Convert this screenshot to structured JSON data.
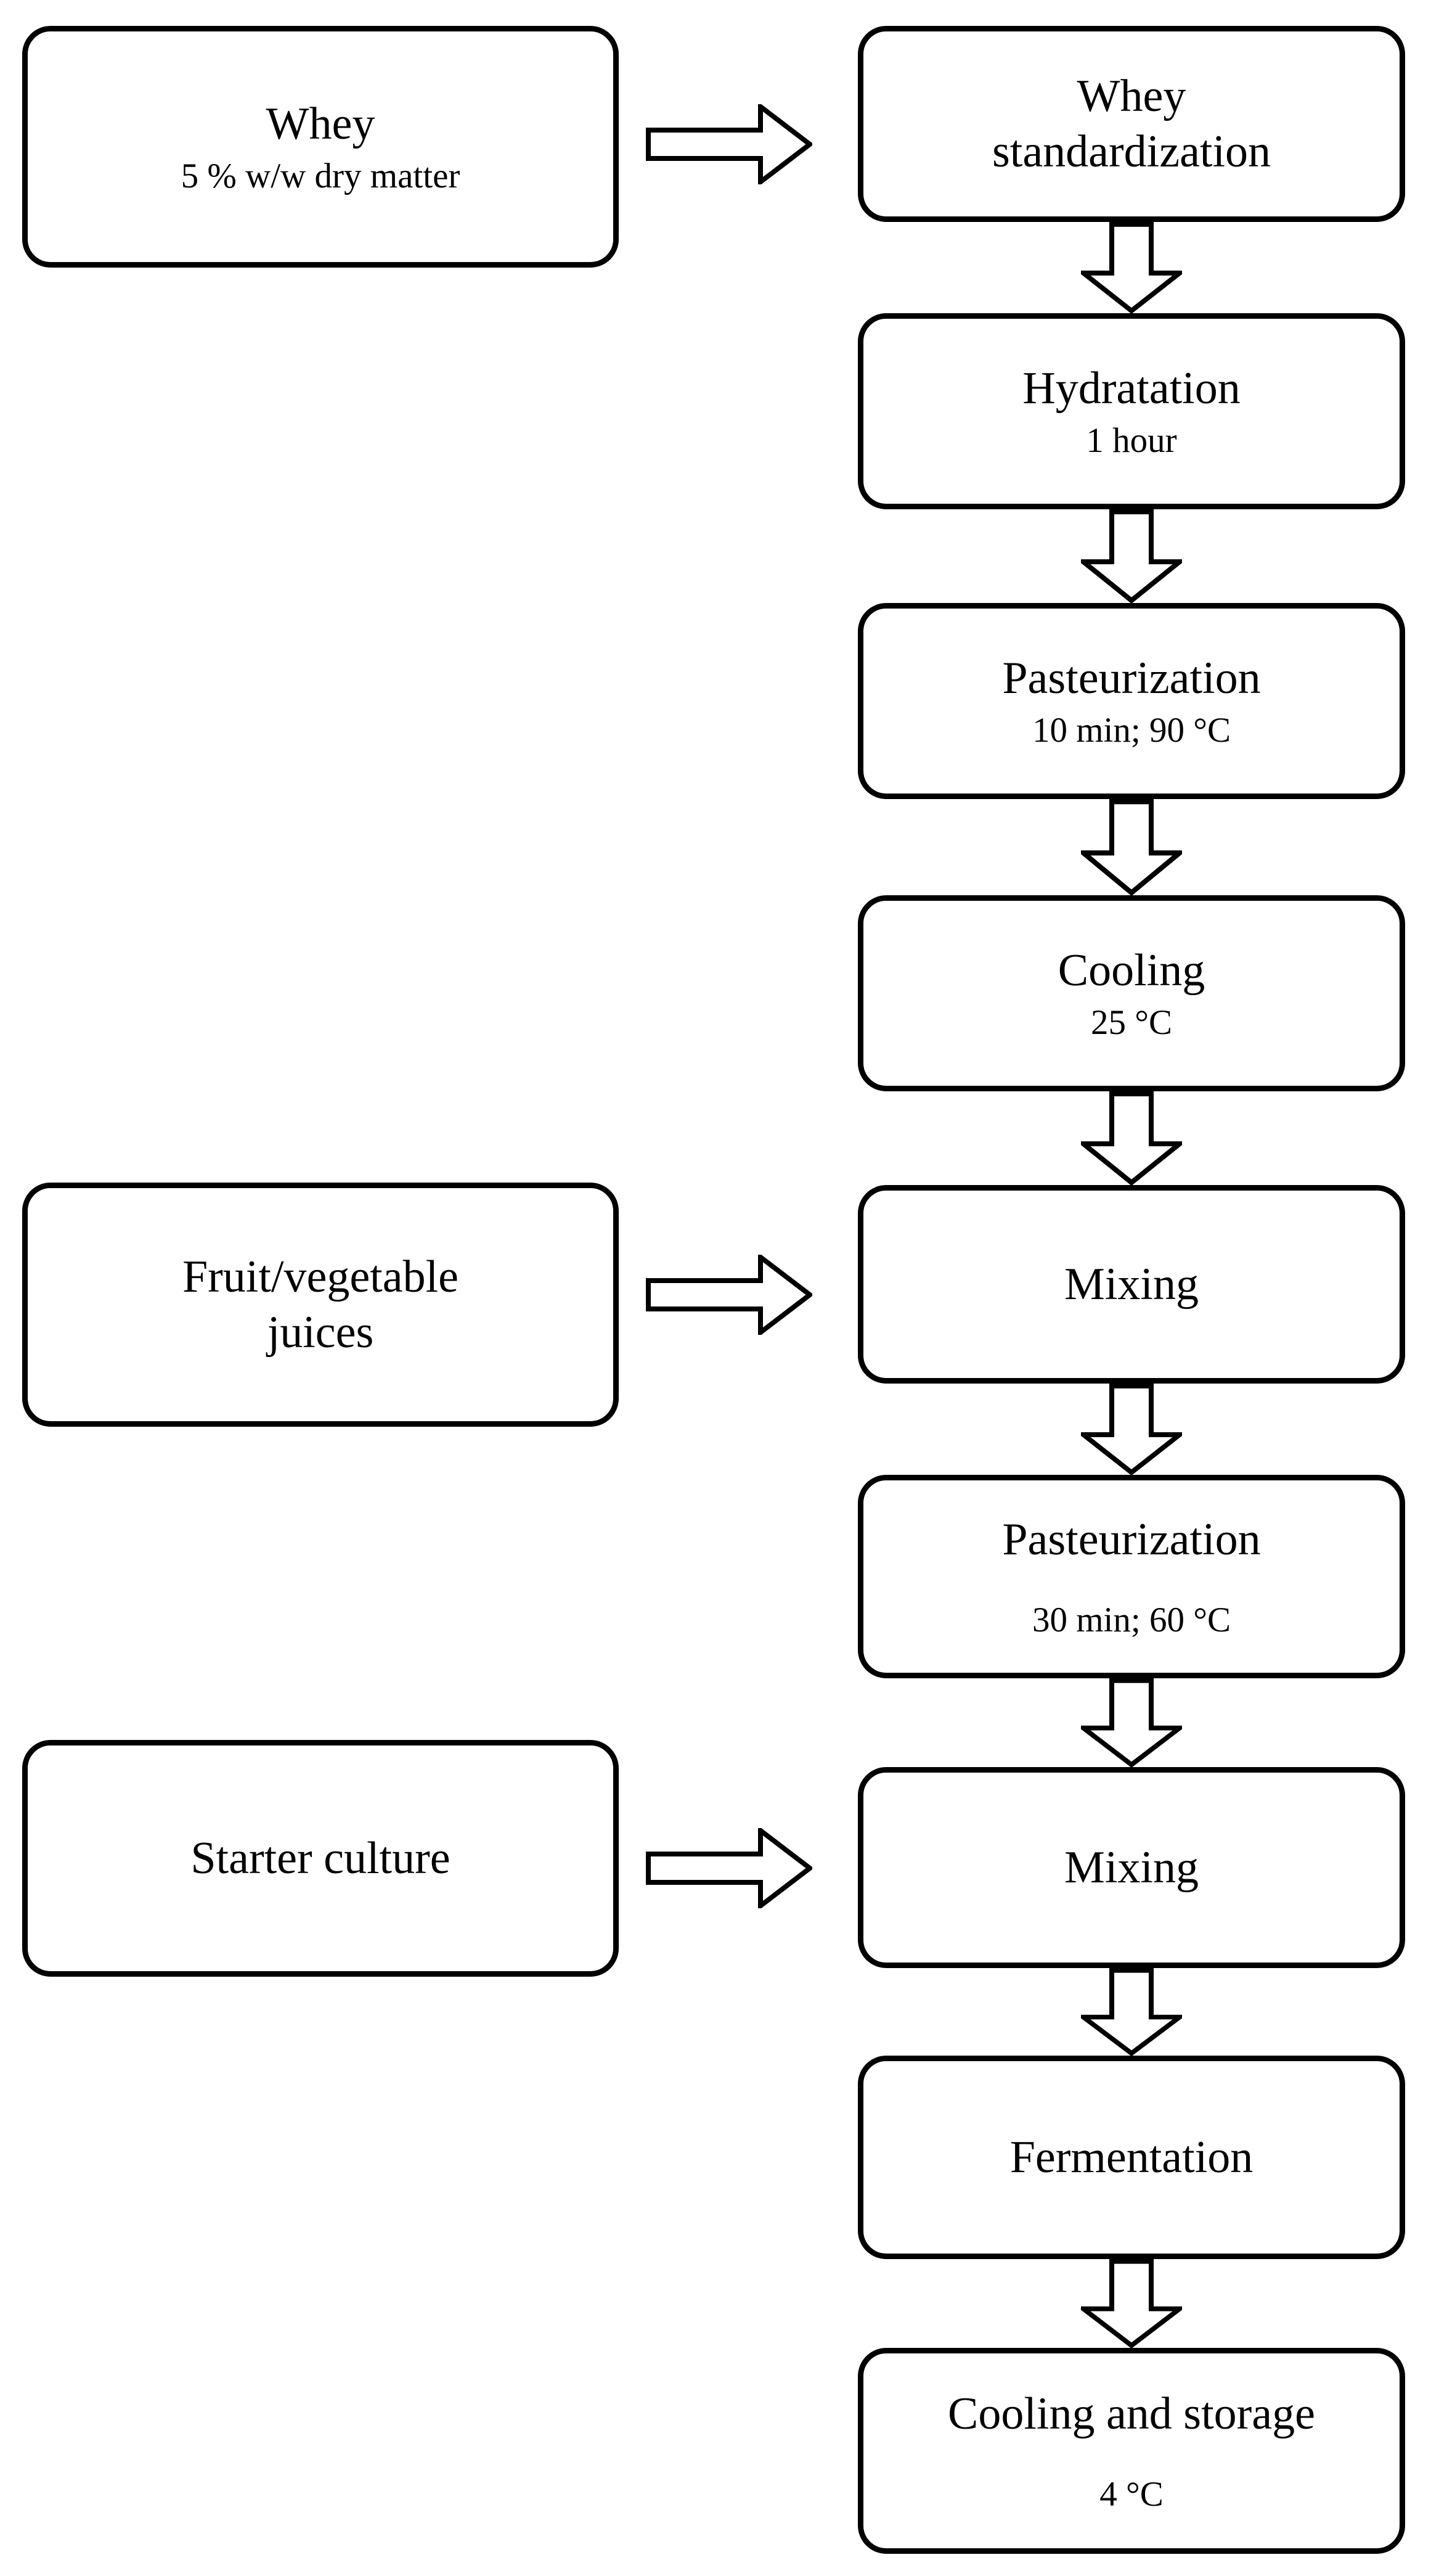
{
  "palette": {
    "ink": "#000000",
    "paper": "#ffffff"
  },
  "inputs": [
    {
      "title": "Whey",
      "subtitle": "5 % w/w dry matter"
    },
    {
      "title": "Fruit/vegetable juices"
    },
    {
      "title": "Starter culture"
    }
  ],
  "steps": [
    {
      "title": "Whey standardization"
    },
    {
      "title": "Hydratation",
      "subtitle": "1 hour"
    },
    {
      "title": "Pasteurization",
      "subtitle": "10 min; 90 °C"
    },
    {
      "title": "Cooling",
      "subtitle": "25 °C"
    },
    {
      "title": "Mixing"
    },
    {
      "title": "Pasteurization",
      "subtitle": "30 min; 60 °C"
    },
    {
      "title": "Mixing"
    },
    {
      "title": "Fermentation"
    },
    {
      "title": "Cooling and storage",
      "subtitle": "4 °C"
    }
  ]
}
